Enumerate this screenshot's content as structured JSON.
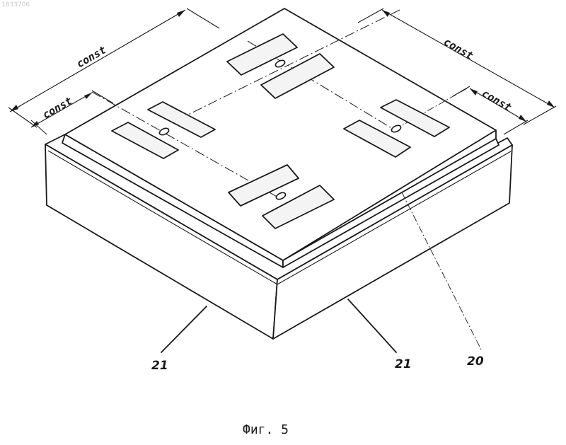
{
  "watermark": "1833706",
  "dimensions": {
    "outer_left": "const",
    "inner_left": "const",
    "outer_right": "const",
    "inner_right": "const"
  },
  "labels": {
    "left_21": "21",
    "middle_21": "21",
    "right_20": "20"
  },
  "caption": "Фиг. 5"
}
